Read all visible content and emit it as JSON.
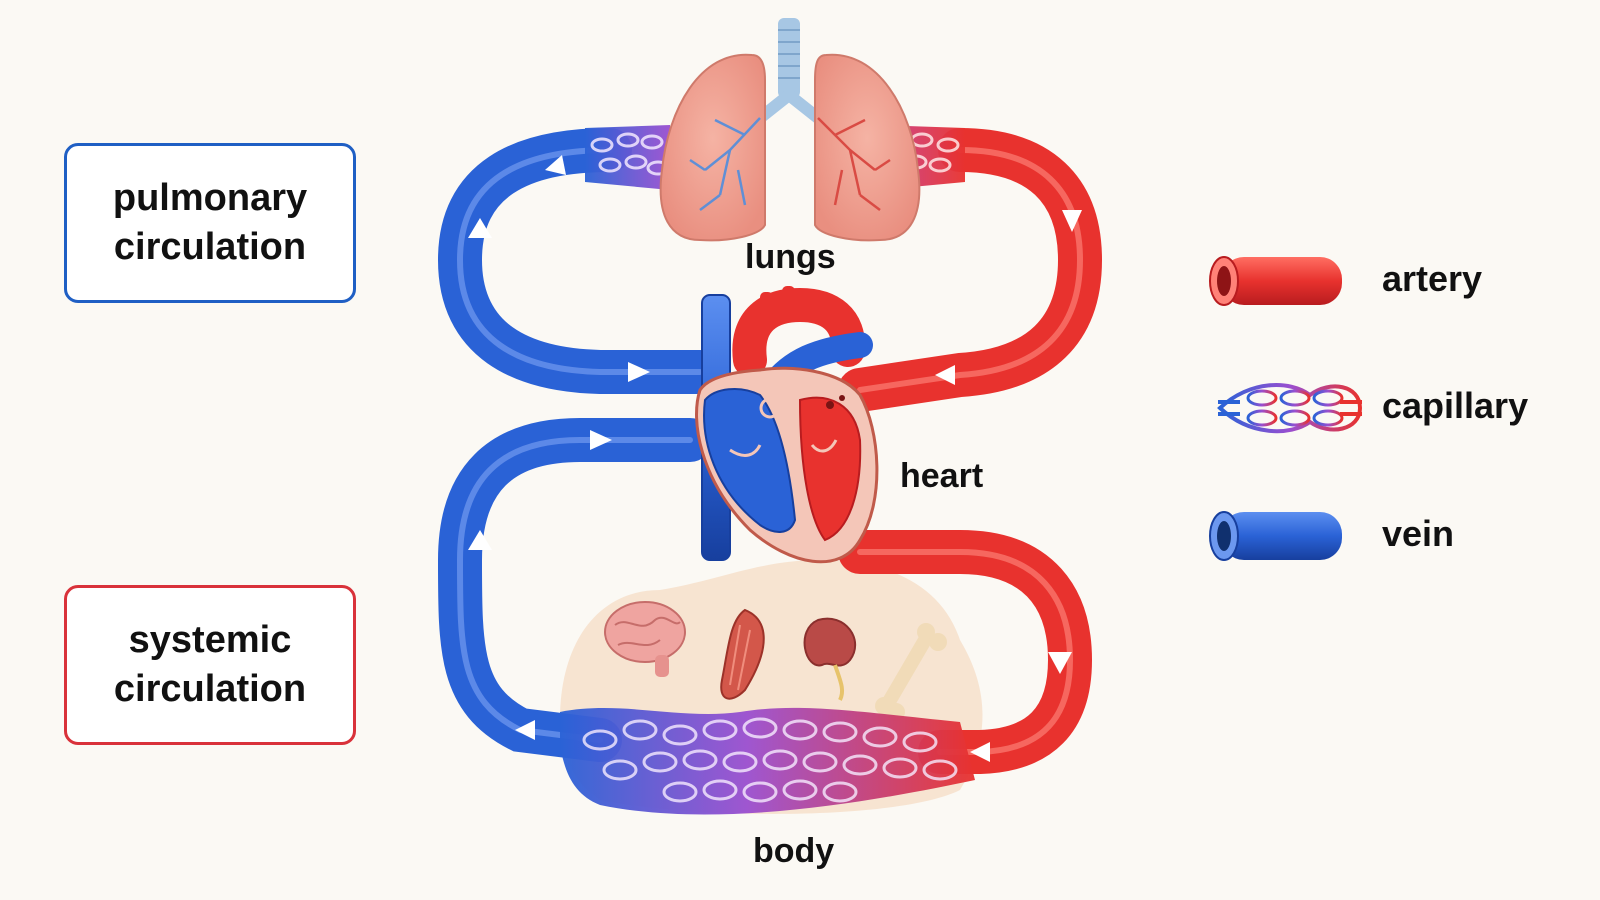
{
  "circuits": {
    "pulmonary": {
      "line1": "pulmonary",
      "line2": "circulation"
    },
    "systemic": {
      "line1": "systemic",
      "line2": "circulation"
    }
  },
  "organs": {
    "lungs": "lungs",
    "heart": "heart",
    "body": "body"
  },
  "legend": [
    {
      "label": "artery",
      "icon": "artery-icon"
    },
    {
      "label": "capillary",
      "icon": "capillary-icon"
    },
    {
      "label": "vein",
      "icon": "vein-icon"
    }
  ],
  "colors": {
    "artery": "#e8322e",
    "vein": "#2a62d6",
    "capillary": "#9a4fd0",
    "pulmonary_border": "#1f5fc4",
    "systemic_border": "#d9323a"
  }
}
